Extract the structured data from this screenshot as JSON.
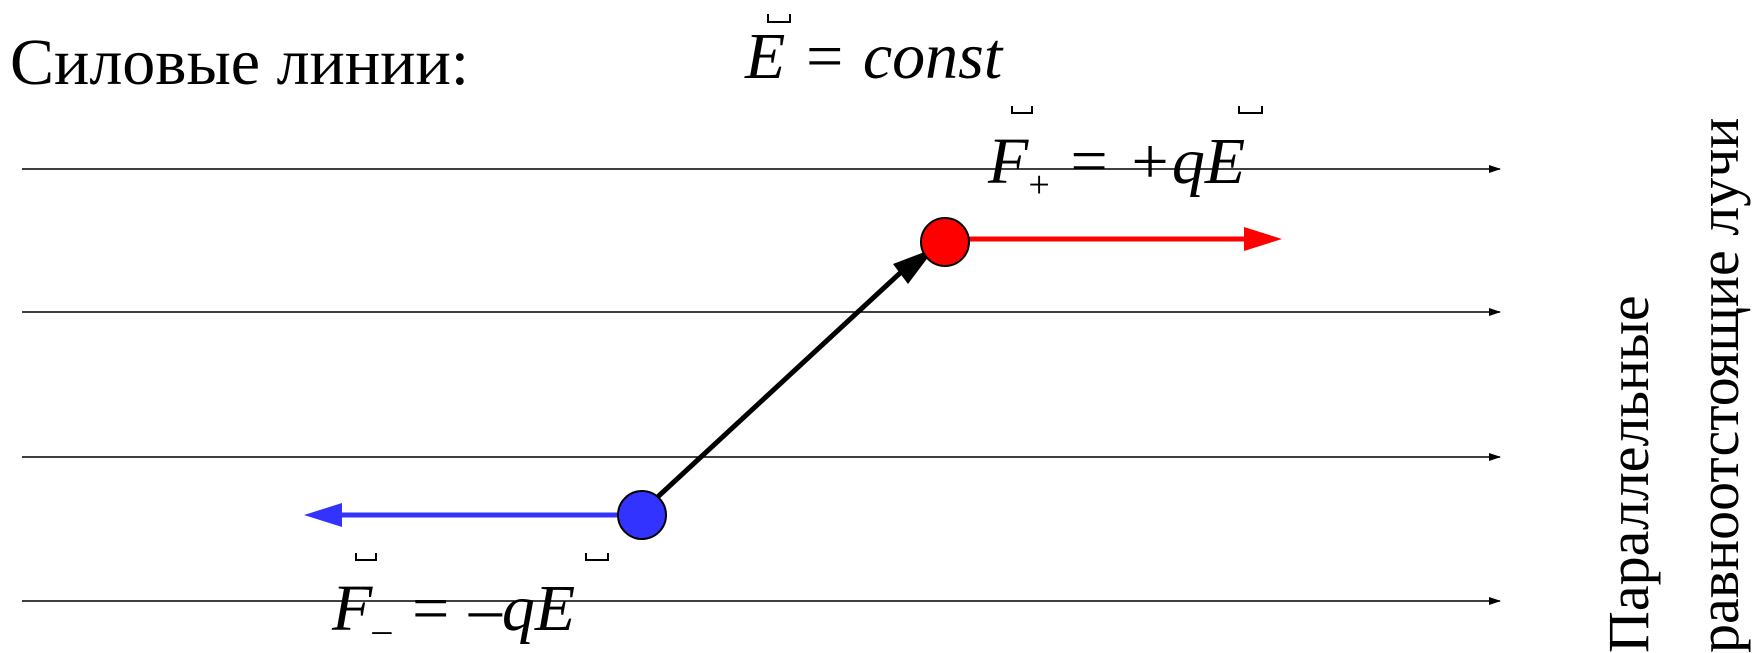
{
  "title": "Силовые линии:",
  "field_eq": {
    "symbol": "E",
    "rest": " = const"
  },
  "force_plus": {
    "symbol": "F",
    "sub": "+",
    "eq": " = +q",
    "symbol2": "E"
  },
  "force_minus": {
    "symbol": "F",
    "sub": "–",
    "eq": " = –q",
    "symbol2": "E"
  },
  "side_label": {
    "line1": "Параллельные",
    "line2": "равноотстоящие лучи"
  },
  "colors": {
    "positive": "#ff0000",
    "negative": "#3333ff",
    "line": "#000000"
  }
}
